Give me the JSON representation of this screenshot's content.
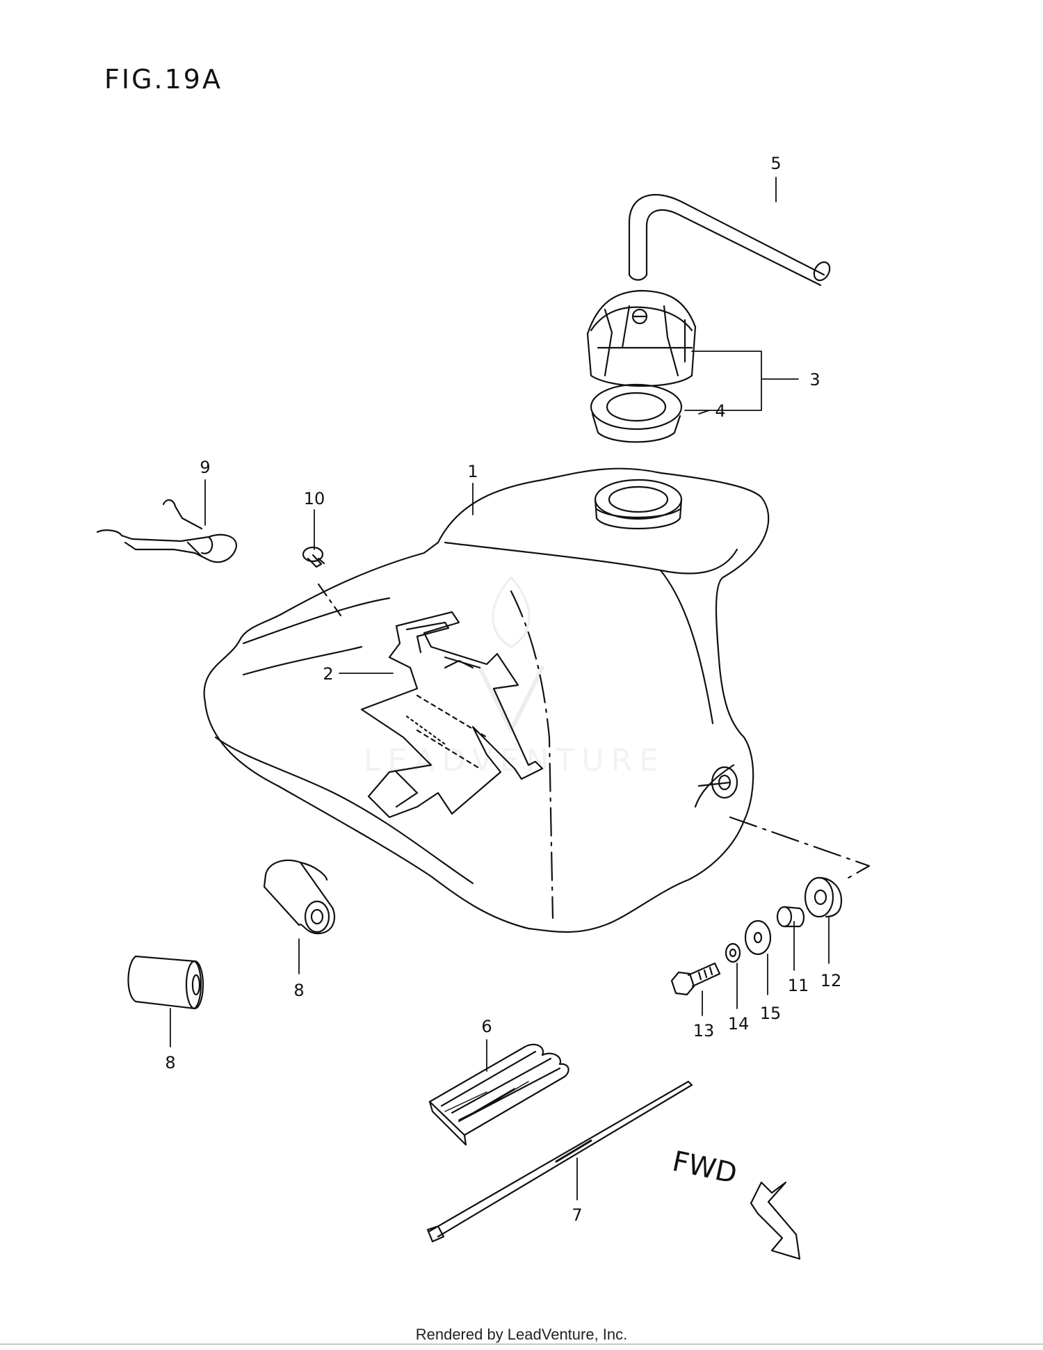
{
  "figure": {
    "title": "FIG.19A"
  },
  "callouts": [
    {
      "id": "c1",
      "label": "1"
    },
    {
      "id": "c2",
      "label": "2"
    },
    {
      "id": "c3",
      "label": "3"
    },
    {
      "id": "c4",
      "label": "4"
    },
    {
      "id": "c5",
      "label": "5"
    },
    {
      "id": "c6",
      "label": "6"
    },
    {
      "id": "c7",
      "label": "7"
    },
    {
      "id": "c8a",
      "label": "8"
    },
    {
      "id": "c8b",
      "label": "8"
    },
    {
      "id": "c9",
      "label": "9"
    },
    {
      "id": "c10",
      "label": "10"
    },
    {
      "id": "c11",
      "label": "11"
    },
    {
      "id": "c12",
      "label": "12"
    },
    {
      "id": "c13",
      "label": "13"
    },
    {
      "id": "c14",
      "label": "14"
    },
    {
      "id": "c15",
      "label": "15"
    }
  ],
  "direction": {
    "label": "FWD"
  },
  "watermark": {
    "text": "LEADVENTURE"
  },
  "footer": {
    "text": "Rendered by LeadVenture, Inc."
  }
}
